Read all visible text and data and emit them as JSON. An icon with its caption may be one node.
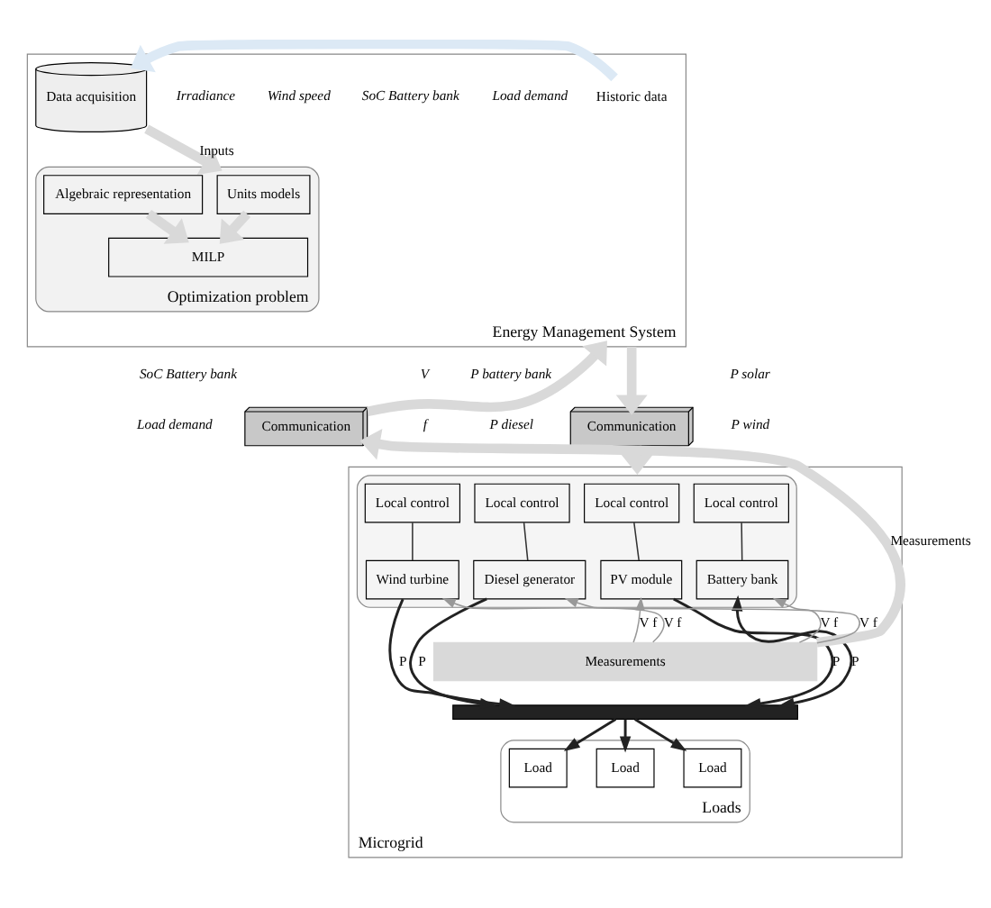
{
  "diagram": {
    "nodes": [
      {
        "text": [
          "Energy Management System"
        ]
      },
      {
        "text": [
          "Historic data"
        ],
        "in": 0
      },
      {
        "text": [
          "Data acquisition"
        ],
        "in": 0
      },
      {
        "text": [
          "Optimization problem"
        ],
        "in": 0
      },
      {
        "text": [
          "Units models"
        ],
        "in": 3
      },
      {
        "text": [
          "Algebraic representation"
        ],
        "in": 3
      },
      {
        "text": [
          "MILP"
        ],
        "in": 3
      },
      {
        "text": [
          "Communication"
        ]
      },
      {
        "text": [
          "Communication"
        ]
      },
      {
        "text": [
          "Microgrid"
        ]
      },
      {
        "text": [],
        "shape": "box",
        "in": 9
      },
      {
        "text": [
          "Local control"
        ],
        "in": 10
      },
      {
        "text": [
          "PV module"
        ],
        "in": 10
      },
      {
        "text": [
          "Local control"
        ],
        "in": 10
      },
      {
        "text": [
          "Wind turbine"
        ],
        "in": 10
      },
      {
        "text": [
          "Local control"
        ],
        "in": 10
      },
      {
        "text": [
          "Battery bank"
        ],
        "in": 10
      },
      {
        "text": [
          "Local control"
        ],
        "in": 10
      },
      {
        "text": [
          "Diesel generator"
        ],
        "in": 10
      },
      {
        "text": [
          "Measurements"
        ],
        "in": 9
      },
      {
        "text": [],
        "shape": "bar",
        "in": 9
      },
      {
        "text": [
          "Loads"
        ],
        "in": 9
      },
      {
        "text": [
          "Load"
        ],
        "in": 21
      },
      {
        "text": [
          "Load"
        ],
        "in": 21
      },
      {
        "text": [
          "Load"
        ],
        "in": 21
      }
    ],
    "edges": [
      {
        "from": 1,
        "to": 2,
        "arrow": "to",
        "style": "thick",
        "color": "#dce9f5"
      },
      {
        "from": 2,
        "to": 3,
        "arrow": "to",
        "label": "Inputs",
        "style": "thick",
        "color": "#d9d9d9"
      },
      {
        "from": 4,
        "to": 6,
        "arrow": "to",
        "style": "thick",
        "color": "#d9d9d9"
      },
      {
        "from": 5,
        "to": 6,
        "arrow": "to",
        "style": "thick",
        "color": "#d9d9d9"
      },
      {
        "from": 0,
        "to": 8,
        "arrow": "to",
        "style": "thick",
        "color": "#d9d9d9"
      },
      {
        "from": 8,
        "to": 9,
        "arrow": "to",
        "style": "thick",
        "color": "#d9d9d9"
      },
      {
        "from": 7,
        "to": 0,
        "arrow": "to",
        "style": "thick",
        "color": "#d9d9d9"
      },
      {
        "from": 19,
        "to": 7,
        "arrow": "to",
        "label": "Measurements",
        "style": "thick",
        "color": "#d9d9d9"
      },
      {
        "from": 11,
        "to": 12,
        "arrow": "none",
        "color": "#333333"
      },
      {
        "from": 13,
        "to": 14,
        "arrow": "none",
        "color": "#333333"
      },
      {
        "from": 15,
        "to": 16,
        "arrow": "none",
        "color": "#333333"
      },
      {
        "from": 17,
        "to": 18,
        "arrow": "none",
        "color": "#333333"
      },
      {
        "from": 12,
        "to": 20,
        "arrow": "to",
        "label": "P",
        "color": "#222222"
      },
      {
        "from": 19,
        "to": 12,
        "arrow": "to",
        "label": "V f",
        "color": "#999999"
      },
      {
        "from": 14,
        "to": 20,
        "arrow": "to",
        "label": "P",
        "color": "#222222"
      },
      {
        "from": 19,
        "to": 14,
        "arrow": "to",
        "label": "V f",
        "color": "#999999"
      },
      {
        "from": 20,
        "to": 16,
        "arrow": "both",
        "label": "P",
        "color": "#222222"
      },
      {
        "from": 19,
        "to": 16,
        "arrow": "to",
        "label": "V f",
        "color": "#999999"
      },
      {
        "from": 18,
        "to": 20,
        "arrow": "to",
        "label": "P",
        "color": "#222222"
      },
      {
        "from": 19,
        "to": 18,
        "arrow": "to",
        "label": "V f",
        "color": "#999999"
      },
      {
        "from": 20,
        "to": 22,
        "arrow": "to",
        "color": "#222222"
      },
      {
        "from": 20,
        "to": 23,
        "arrow": "to",
        "color": "#222222"
      },
      {
        "from": 20,
        "to": 24,
        "arrow": "to",
        "color": "#222222"
      }
    ],
    "labels": [
      "Irradiance",
      "Wind speed",
      "SoC Battery bank",
      "Load demand",
      "P battery bank",
      "P diesel",
      "P solar",
      "P wind",
      "SoC Battery bank",
      "Load demand",
      "V",
      "f"
    ]
  }
}
